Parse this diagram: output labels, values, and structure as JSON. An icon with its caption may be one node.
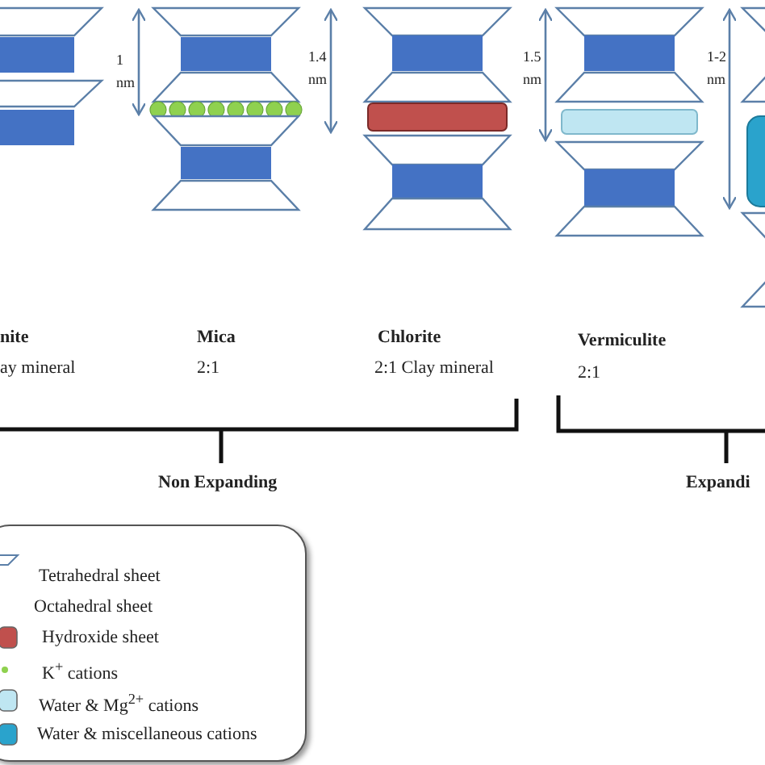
{
  "diagram": {
    "labels": [
      "1 nm",
      "1.4 nm",
      "1.5 nm",
      "1-2 nm",
      "nite",
      "Mica",
      "Chlorite",
      "Vermiculite",
      "ay mineral",
      "2:1",
      "2:1 Clay mineral",
      "2:1",
      "Non Expanding",
      "Expandi"
    ],
    "legend": [
      {
        "text": "Tetrahedral sheet"
      },
      {
        "text": "Octahedral sheet"
      },
      {
        "text": "Hydroxide sheet",
        "color": "#c0504d"
      },
      {
        "text": "K$^{+}$ cations",
        "color": "#8fd14f"
      },
      {
        "text": "Water & Mg$^{2+}$ cations",
        "color": "#bfe6f2"
      },
      {
        "text": "Water & miscellaneous cations",
        "color": "#2aa3cc"
      }
    ]
  }
}
